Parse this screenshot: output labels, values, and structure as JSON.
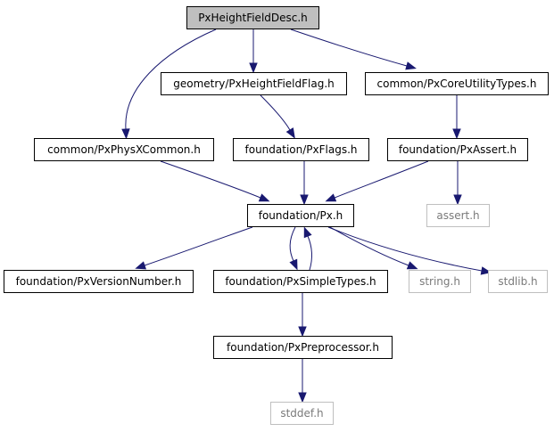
{
  "colors": {
    "edge": "#191970",
    "box_border": "#000000",
    "root_fill": "#bfbfbf",
    "system_border": "#bfbfbf"
  },
  "nodes": [
    {
      "id": "n_root",
      "name": "node-pxheightfielddesc",
      "label": "PxHeightFieldDesc.h",
      "kind": "root"
    },
    {
      "id": "n_hff",
      "name": "node-pxheightfieldflag",
      "label": "geometry/PxHeightFieldFlag.h",
      "kind": "file"
    },
    {
      "id": "n_cut",
      "name": "node-pxcoreutilitytypes",
      "label": "common/PxCoreUtilityTypes.h",
      "kind": "file"
    },
    {
      "id": "n_phys",
      "name": "node-pxphysxcommon",
      "label": "common/PxPhysXCommon.h",
      "kind": "file"
    },
    {
      "id": "n_flags",
      "name": "node-pxflags",
      "label": "foundation/PxFlags.h",
      "kind": "file"
    },
    {
      "id": "n_assert",
      "name": "node-pxassert",
      "label": "foundation/PxAssert.h",
      "kind": "file"
    },
    {
      "id": "n_px",
      "name": "node-px",
      "label": "foundation/Px.h",
      "kind": "file"
    },
    {
      "id": "n_asserth",
      "name": "node-assert-h",
      "label": "assert.h",
      "kind": "system"
    },
    {
      "id": "n_ver",
      "name": "node-pxversionnumber",
      "label": "foundation/PxVersionNumber.h",
      "kind": "file"
    },
    {
      "id": "n_simple",
      "name": "node-pxsimpletypes",
      "label": "foundation/PxSimpleTypes.h",
      "kind": "file"
    },
    {
      "id": "n_string",
      "name": "node-string-h",
      "label": "string.h",
      "kind": "system"
    },
    {
      "id": "n_stdlib",
      "name": "node-stdlib-h",
      "label": "stdlib.h",
      "kind": "system"
    },
    {
      "id": "n_pre",
      "name": "node-pxpreprocessor",
      "label": "foundation/PxPreprocessor.h",
      "kind": "file"
    },
    {
      "id": "n_stddef",
      "name": "node-stddef-h",
      "label": "stddef.h",
      "kind": "system"
    }
  ],
  "edges": [
    {
      "from": "n_root",
      "to": "n_hff"
    },
    {
      "from": "n_root",
      "to": "n_cut"
    },
    {
      "from": "n_root",
      "to": "n_phys"
    },
    {
      "from": "n_hff",
      "to": "n_flags"
    },
    {
      "from": "n_cut",
      "to": "n_assert"
    },
    {
      "from": "n_phys",
      "to": "n_px"
    },
    {
      "from": "n_flags",
      "to": "n_px"
    },
    {
      "from": "n_assert",
      "to": "n_px"
    },
    {
      "from": "n_assert",
      "to": "n_asserth"
    },
    {
      "from": "n_px",
      "to": "n_ver"
    },
    {
      "from": "n_px",
      "to": "n_simple"
    },
    {
      "from": "n_px",
      "to": "n_string"
    },
    {
      "from": "n_px",
      "to": "n_stdlib"
    },
    {
      "from": "n_simple",
      "to": "n_px"
    },
    {
      "from": "n_simple",
      "to": "n_pre"
    },
    {
      "from": "n_pre",
      "to": "n_stddef"
    }
  ]
}
